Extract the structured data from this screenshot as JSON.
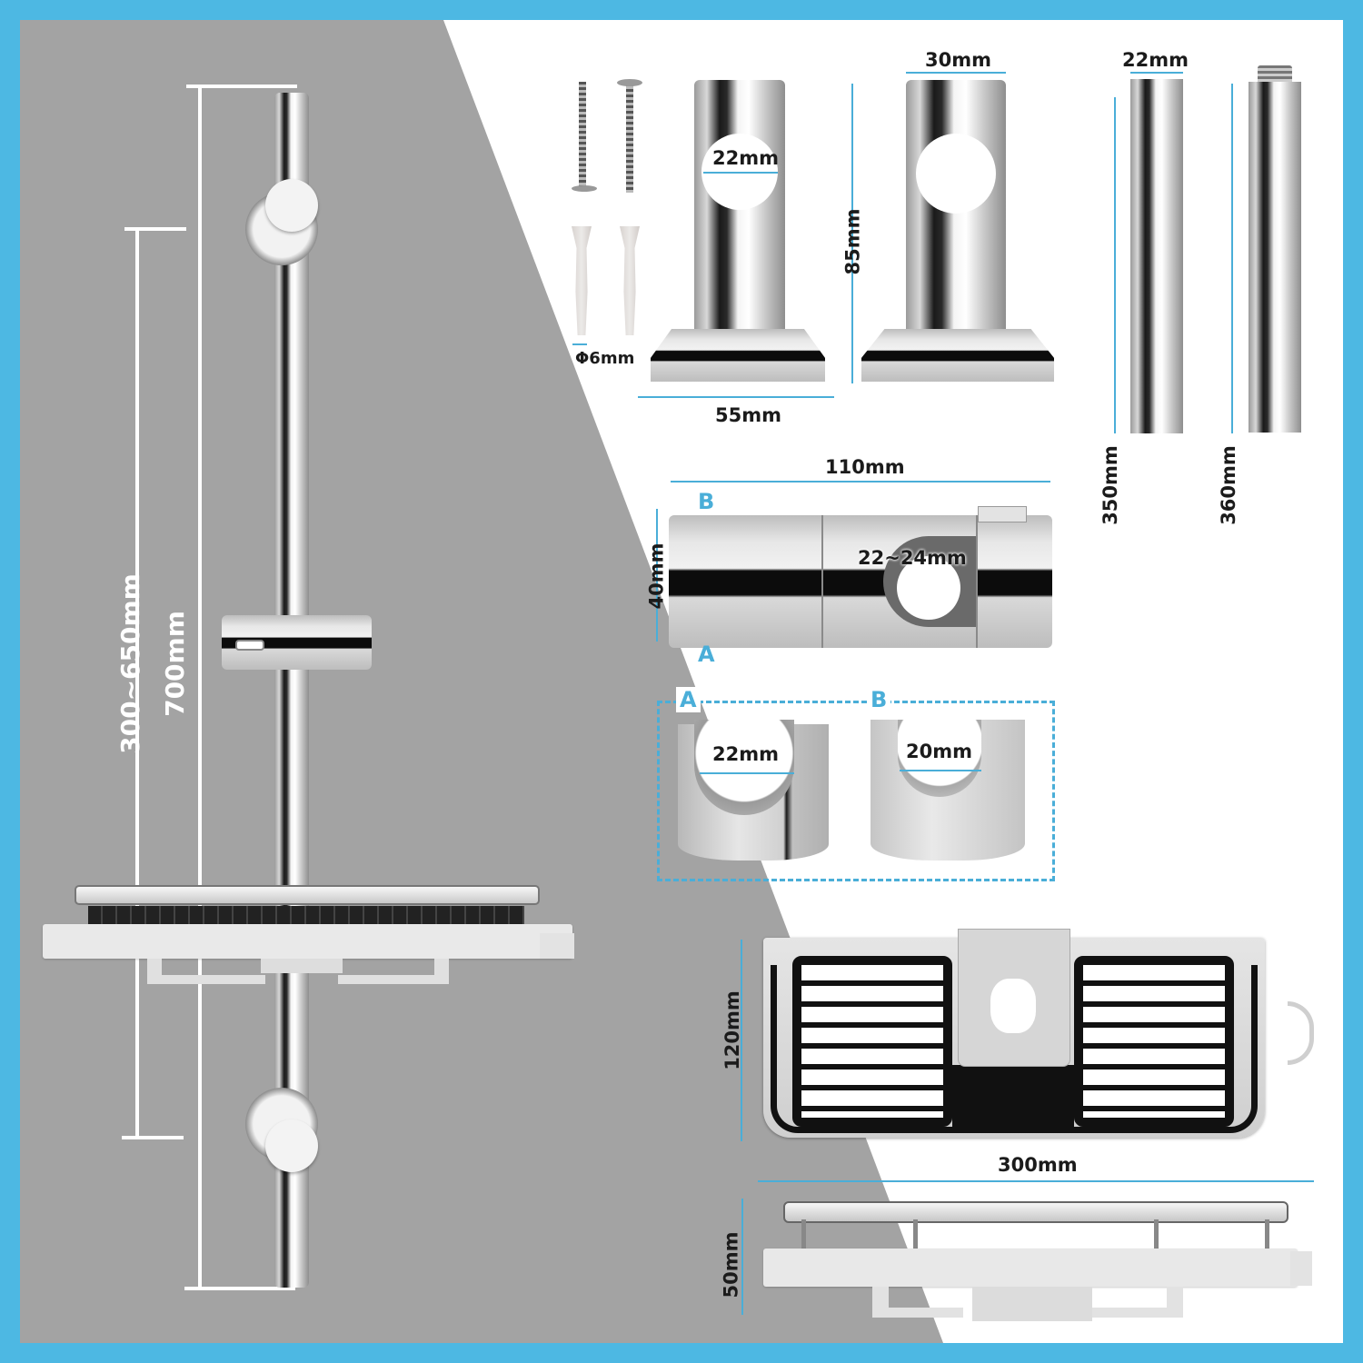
{
  "frame": {
    "border_color": "#4db8e3",
    "wall_color": "#a3a3a3",
    "accent_dimension_color": "#4aaed8"
  },
  "assembled_view": {
    "total_length_label": "700mm",
    "adjustable_range_label": "300~650mm"
  },
  "wall_brackets": {
    "hole_diameter_label": "22mm",
    "tube_diameter_label": "30mm",
    "height_label": "85mm",
    "base_width_label": "55mm"
  },
  "hardware": {
    "items": [
      "screw",
      "screw",
      "wall-anchor",
      "wall-anchor"
    ],
    "anchor_diameter_label": "Φ6mm"
  },
  "poles": {
    "diameter_label": "22mm",
    "pole_1_length_label": "350mm",
    "pole_2_length_label": "360mm"
  },
  "slider": {
    "length_label": "110mm",
    "height_label": "40mm",
    "bore_label": "22~24mm",
    "side_a_label": "A",
    "side_b_label": "B"
  },
  "holder_inserts": {
    "insert_a": {
      "label": "A",
      "size_label": "22mm"
    },
    "insert_b": {
      "label": "B",
      "size_label": "20mm"
    }
  },
  "shelf": {
    "depth_label": "120mm",
    "width_label": "300mm",
    "height_label": "50mm"
  }
}
